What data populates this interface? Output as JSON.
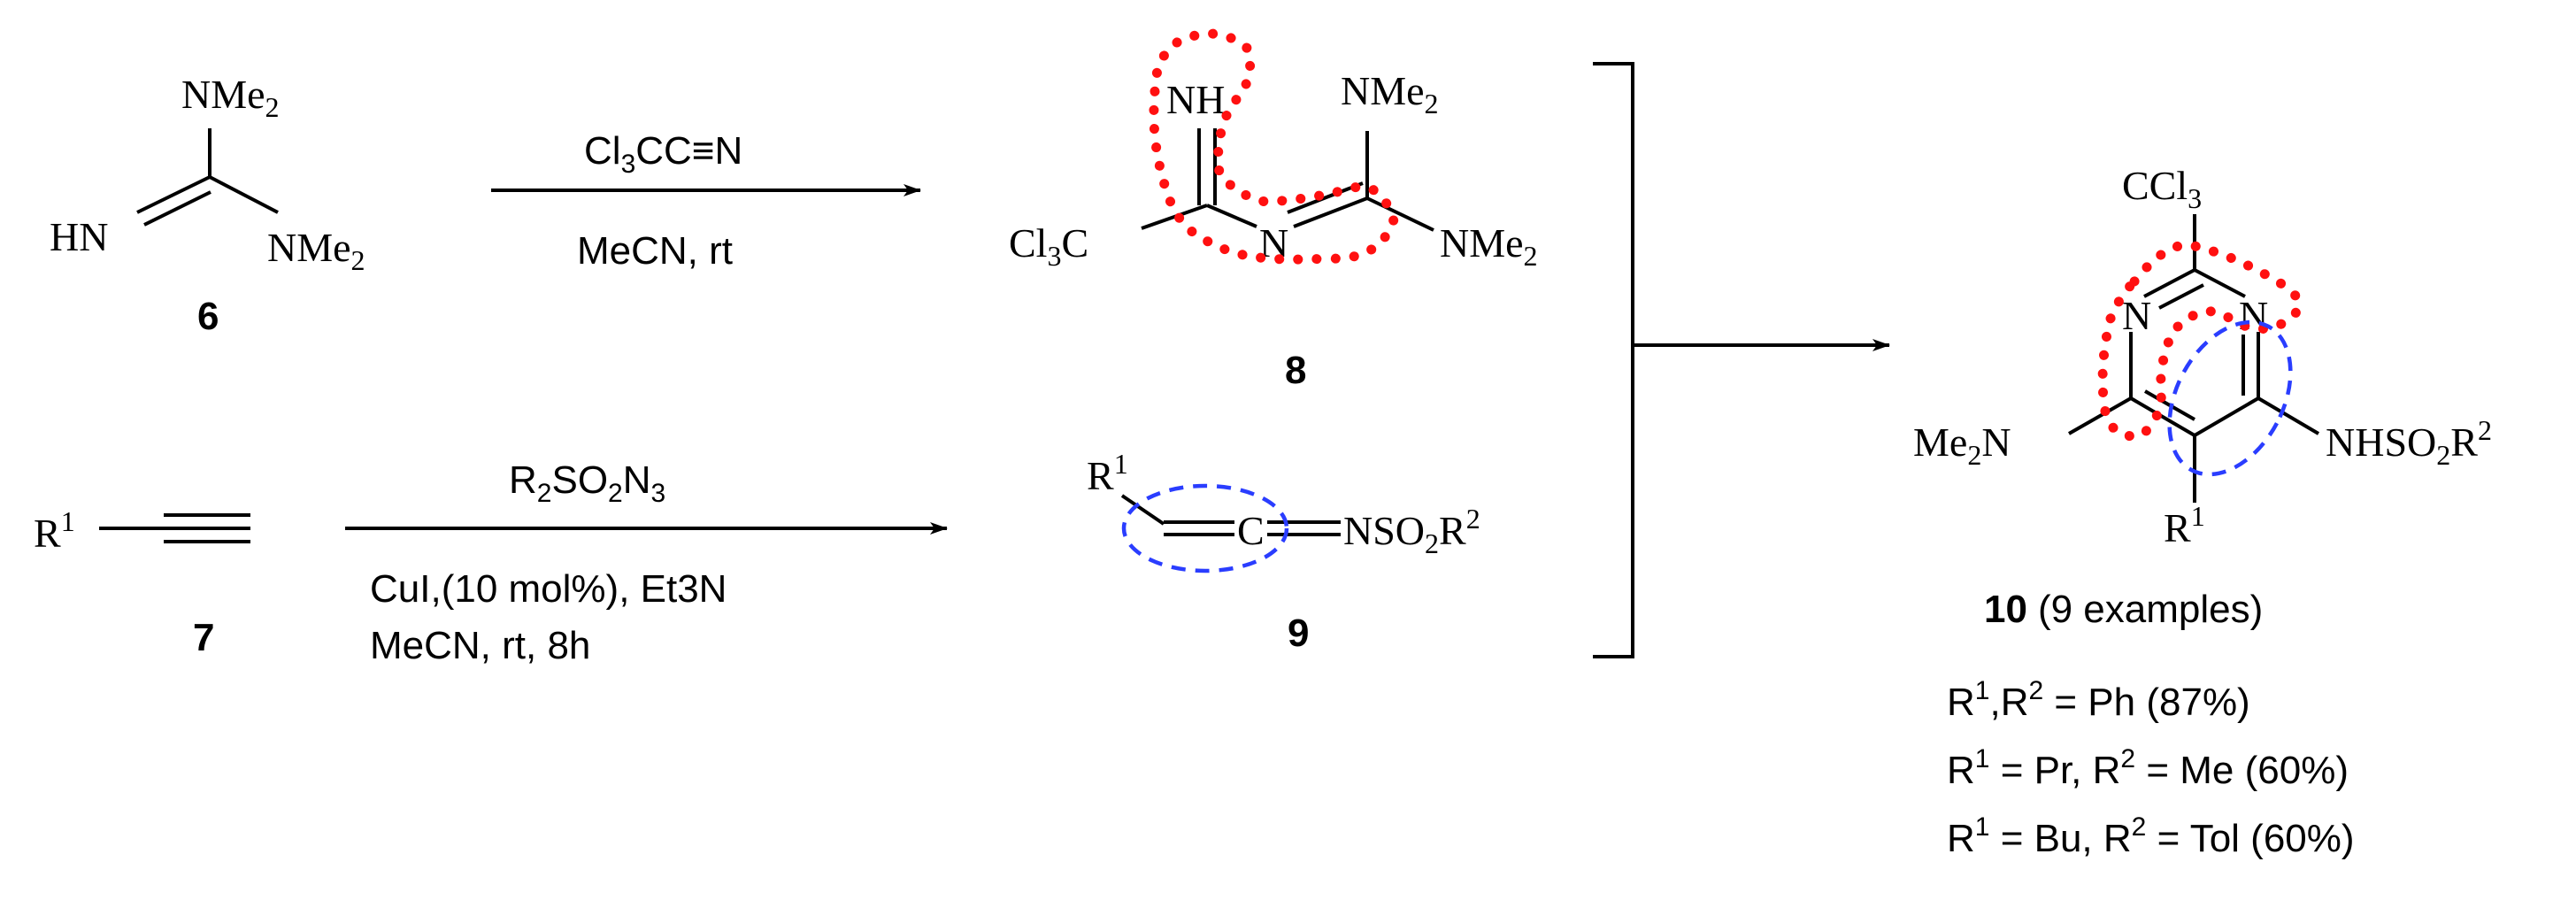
{
  "compounds": {
    "c6": {
      "number": "6",
      "labels": {
        "nme2_top": "NMe",
        "nme2_right": "NMe",
        "sub2": "2",
        "hn": "HN"
      }
    },
    "c7": {
      "number": "7",
      "labels": {
        "r": "R",
        "sup1": "1"
      }
    },
    "c8": {
      "number": "8",
      "labels": {
        "nh": "NH",
        "n": "N",
        "nme2_top": "NMe",
        "nme2_right": "NMe",
        "sub2": "2",
        "cl3c": "Cl",
        "sub3": "3",
        "c": "C"
      }
    },
    "c9": {
      "number": "9",
      "labels": {
        "r": "R",
        "sup1": "1",
        "c": "C",
        "nso2r2": "NSO",
        "sub2": "2",
        "r2": "R",
        "sup2": "2"
      }
    },
    "c10": {
      "number": "10",
      "count_note": "(9 examples)",
      "labels": {
        "ccl3": "CCl",
        "sub3": "3",
        "n": "N",
        "me2n_me": "Me",
        "me2n_n": "N",
        "sub2": "2",
        "nhso2r2": "NHSO",
        "r": "R",
        "sup1": "1",
        "sup2": "2"
      }
    }
  },
  "reactions": {
    "r1": {
      "reagent_above": {
        "main": "Cl",
        "sub": "3",
        "rest": "CC≡N"
      },
      "conditions_below": "MeCN, rt"
    },
    "r2": {
      "reagent_above": {
        "a": "R",
        "s1": "2",
        "b": "SO",
        "s2": "2",
        "c": "N",
        "s3": "3"
      },
      "conditions_line1": "CuI,(10 mol%), Et3N",
      "conditions_line2": "MeCN, rt, 8h"
    }
  },
  "results": [
    {
      "p1": "R",
      "s1": "1",
      "p2": ",R",
      "s2": "2",
      "p3": " = Ph (87%)"
    },
    {
      "p1": "R",
      "s1": "1",
      "p2": " = Pr, R",
      "s2": "2",
      "p3": " = Me (60%)"
    },
    {
      "p1": "R",
      "s1": "1",
      "p2": " = Bu, R",
      "s2": "2",
      "p3": " = Tol (60%)"
    }
  ],
  "colors": {
    "highlight_red": "#ff1010",
    "highlight_blue": "#2a3dff",
    "ink": "#000000"
  }
}
